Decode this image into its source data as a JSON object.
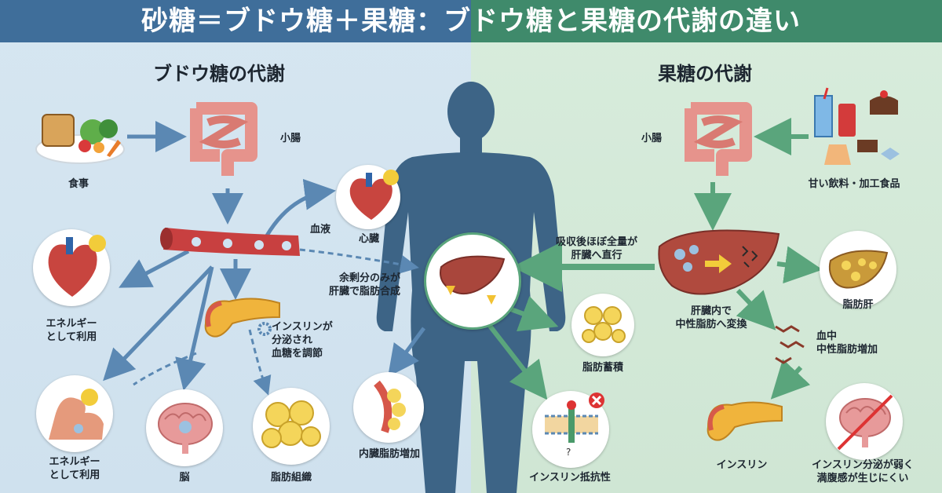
{
  "title": "砂糖＝ブドウ糖＋果糖：ブドウ糖と果糖の代謝の違い",
  "left": {
    "heading": "ブドウ糖の代謝",
    "meal": "食事",
    "small_intestine": "小腸",
    "blood": "血液",
    "heart": "心臓",
    "energy_1": [
      "エネルギー",
      "として利用"
    ],
    "excess": [
      "余剰分のみが",
      "肝臓で脂肪合成"
    ],
    "insulin": [
      "インスリンが",
      "分泌され",
      "血糖を調節"
    ],
    "energy_2": [
      "エネルギー",
      "として利用"
    ],
    "brain": "脳",
    "adipose": "脂肪組織"
  },
  "center": {
    "visceral_fat": "内臓脂肪増加",
    "fat_storage": "脂肪蓄積",
    "insulin_resistance": "インスリン抵抗性"
  },
  "right": {
    "heading": "果糖の代謝",
    "small_intestine": "小腸",
    "sweets": "甘い飲料・加工食品",
    "absorb": [
      "吸収後ほぼ全量が",
      "肝臓へ直行"
    ],
    "liver_convert": [
      "肝臓内で",
      "中性脂肪へ変換"
    ],
    "fatty_liver": "脂肪肝",
    "blood_tg": [
      "血中",
      "中性脂肪増加"
    ],
    "insulin": "インスリン",
    "weak_insulin": [
      "インスリン分泌が弱く",
      "満腹感が生じにくい"
    ]
  },
  "colors": {
    "left_banner": "#3f6e9a",
    "right_banner": "#3f8a6b",
    "left_arrow": "#5b88b3",
    "right_arrow": "#5aa57c",
    "body": "#3d6486"
  }
}
